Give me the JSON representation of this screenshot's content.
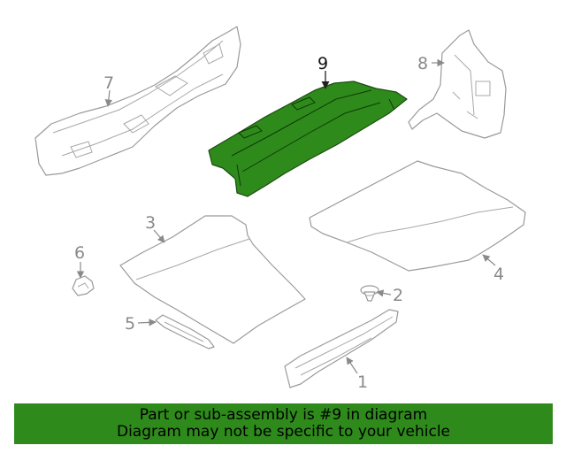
{
  "callouts": {
    "c1": "1",
    "c2": "2",
    "c3": "3",
    "c4": "4",
    "c5": "5",
    "c6": "6",
    "c7": "7",
    "c8": "8",
    "c9": "9"
  },
  "highlighted_part": "9",
  "colors": {
    "highlight": "#2f8a1c",
    "banner_bg": "#2f8a1c",
    "line": "#9a9a9a"
  },
  "banner": {
    "line1": "Part or sub-assembly is #9 in diagram",
    "line2": "Diagram may not be specific to your vehicle"
  }
}
